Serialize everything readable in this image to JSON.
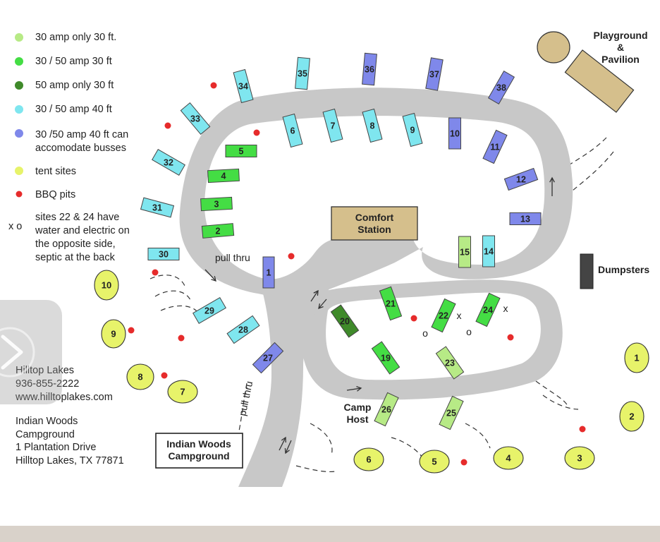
{
  "colors": {
    "c30only": "#b7ea86",
    "c3050_30": "#44dd44",
    "c50only": "#3f8a2a",
    "c3050_40": "#7fe6ef",
    "cbus": "#7f88ea",
    "ctent": "#e7f36a",
    "cbbq": "#e62b2b",
    "road": "#c8c8c8",
    "building": "#d5bf8c"
  },
  "legend": [
    {
      "kind": "dot",
      "color": "#b7ea86",
      "lines": [
        "30 amp only 30 ft."
      ]
    },
    {
      "kind": "dot",
      "color": "#44dd44",
      "lines": [
        "30 / 50 amp 30 ft"
      ]
    },
    {
      "kind": "dot",
      "color": "#3f8a2a",
      "lines": [
        "50 amp only 30 ft"
      ]
    },
    {
      "kind": "dot",
      "color": "#7fe6ef",
      "lines": [
        "30 / 50 amp 40 ft"
      ]
    },
    {
      "kind": "dot",
      "color": "#7f88ea",
      "lines": [
        "30 /50 amp 40 ft can",
        "accomodate busses"
      ]
    },
    {
      "kind": "dot",
      "color": "#e7f36a",
      "lines": [
        "tent sites"
      ]
    },
    {
      "kind": "smalldot",
      "color": "#e62b2b",
      "lines": [
        "BBQ pits"
      ]
    },
    {
      "kind": "symbol",
      "symbol": "x o",
      "lines": [
        "sites 22 & 24 have",
        "water and electric on",
        "the opposite side,",
        "septic at the back"
      ]
    }
  ],
  "contact": {
    "name": "Hilltop Lakes",
    "phone": "936-855-2222",
    "website": "www.hilltoplakes.com"
  },
  "address": {
    "line1": "Indian Woods",
    "line2": "Campground",
    "line3": "1 Plantation Drive",
    "line4": "Hilltop Lakes, TX 77871"
  },
  "buildings": {
    "comfort_station": [
      "Comfort",
      "Station"
    ],
    "playground": [
      "Playground",
      "&",
      "Pavilion"
    ],
    "dumpsters": "Dumpsters",
    "camp_host": [
      "Camp",
      "Host"
    ],
    "sign": [
      "Indian Woods",
      "Campground"
    ]
  },
  "road_labels": {
    "pull_thru_1": "pull thru",
    "pull_thru_2": "pull thru"
  },
  "markers": {
    "x": "x",
    "o": "o"
  },
  "rv_sites": [
    {
      "label": "1",
      "color": "#7f88ea"
    },
    {
      "label": "2",
      "color": "#44dd44"
    },
    {
      "label": "3",
      "color": "#44dd44"
    },
    {
      "label": "4",
      "color": "#44dd44"
    },
    {
      "label": "5",
      "color": "#44dd44"
    },
    {
      "label": "6",
      "color": "#7fe6ef"
    },
    {
      "label": "7",
      "color": "#7fe6ef"
    },
    {
      "label": "8",
      "color": "#7fe6ef"
    },
    {
      "label": "9",
      "color": "#7fe6ef"
    },
    {
      "label": "10",
      "color": "#7f88ea"
    },
    {
      "label": "11",
      "color": "#7f88ea"
    },
    {
      "label": "12",
      "color": "#7f88ea"
    },
    {
      "label": "13",
      "color": "#7f88ea"
    },
    {
      "label": "14",
      "color": "#7fe6ef"
    },
    {
      "label": "15",
      "color": "#b7ea86"
    },
    {
      "label": "19",
      "color": "#44dd44"
    },
    {
      "label": "20",
      "color": "#3f8a2a"
    },
    {
      "label": "21",
      "color": "#44dd44"
    },
    {
      "label": "22",
      "color": "#44dd44"
    },
    {
      "label": "23",
      "color": "#b7ea86"
    },
    {
      "label": "24",
      "color": "#44dd44"
    },
    {
      "label": "25",
      "color": "#b7ea86"
    },
    {
      "label": "26",
      "color": "#b7ea86"
    },
    {
      "label": "27",
      "color": "#7f88ea"
    },
    {
      "label": "28",
      "color": "#7fe6ef"
    },
    {
      "label": "29",
      "color": "#7fe6ef"
    },
    {
      "label": "30",
      "color": "#7fe6ef"
    },
    {
      "label": "31",
      "color": "#7fe6ef"
    },
    {
      "label": "32",
      "color": "#7fe6ef"
    },
    {
      "label": "33",
      "color": "#7fe6ef"
    },
    {
      "label": "34",
      "color": "#7fe6ef"
    },
    {
      "label": "35",
      "color": "#7fe6ef"
    },
    {
      "label": "36",
      "color": "#7f88ea"
    },
    {
      "label": "37",
      "color": "#7f88ea"
    },
    {
      "label": "38",
      "color": "#7f88ea"
    }
  ],
  "tent_sites": [
    "1",
    "2",
    "3",
    "4",
    "5",
    "6",
    "7",
    "8",
    "9",
    "10"
  ]
}
